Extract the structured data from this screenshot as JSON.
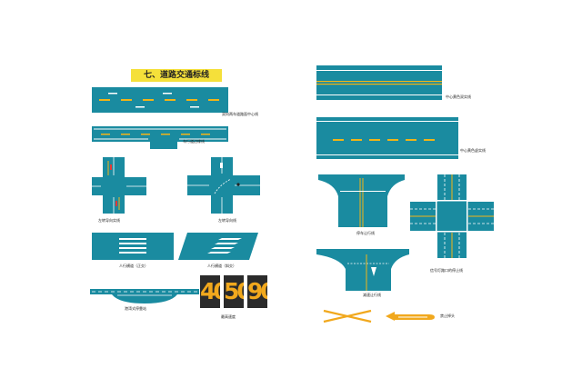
{
  "title": "七、道路交通标线",
  "colors": {
    "road": "#1a8ba0",
    "yellow": "#f1b417",
    "white": "#ffffff",
    "title_bg": "#f5e03a",
    "sign_bg": "#2b2b2b"
  },
  "captions": {
    "double_lane": "双向两车道路面中心线",
    "lane_divider": "车行道边缘线",
    "guide_line_left": "左转导向实线",
    "guide_line_right": "左转导向线",
    "crosswalk_straight": "人行横道（正交）",
    "crosswalk_oblique": "人行横道（斜交）",
    "bus_stop": "港湾式停靠站",
    "speed_signs": "最高速度",
    "center_double_solid": "中心黄色双实线",
    "center_dashed": "中心黄色虚实线",
    "stop_yield": "停车让行线",
    "intersection_stop": "信号灯路口的停止线",
    "yield_line": "减速让行线",
    "no_turn": "禁止掉头"
  },
  "speed_values": [
    "40",
    "50",
    "90"
  ]
}
